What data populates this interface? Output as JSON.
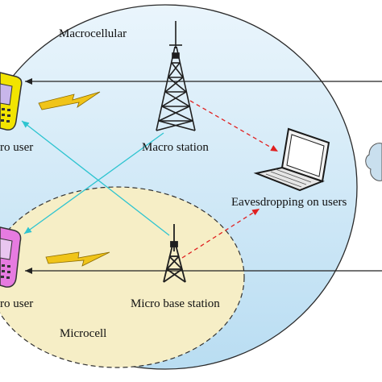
{
  "labels": {
    "macrocellular": "Macrocellular",
    "macro_user": "ro user",
    "macro_station": "Macro station",
    "eavesdropping": "Eavesdropping on users",
    "micro_user": "ro user",
    "micro_base_station": "Micro base station",
    "microcell": "Microcell"
  },
  "colors": {
    "macro_fill_top": "#eaf5fc",
    "macro_fill_bottom": "#b9ddf2",
    "micro_fill": "#f6eec6",
    "tower": "#1f1f1f",
    "cyan_link": "#2ec4d0",
    "eavesdrop_link": "#e02020",
    "lightning": "#f0c419",
    "macro_phone": "#f2e400",
    "micro_phone": "#e67be0",
    "cloud": "#c9dfee"
  },
  "icons": {
    "macro_tower": "lattice-tower-icon",
    "micro_tower": "antenna-icon",
    "laptop": "laptop-icon",
    "macro_phone": "mobile-phone-icon",
    "micro_phone": "mobile-phone-icon",
    "lightning": "lightning-bolt-icon",
    "cloud": "cloud-icon"
  }
}
